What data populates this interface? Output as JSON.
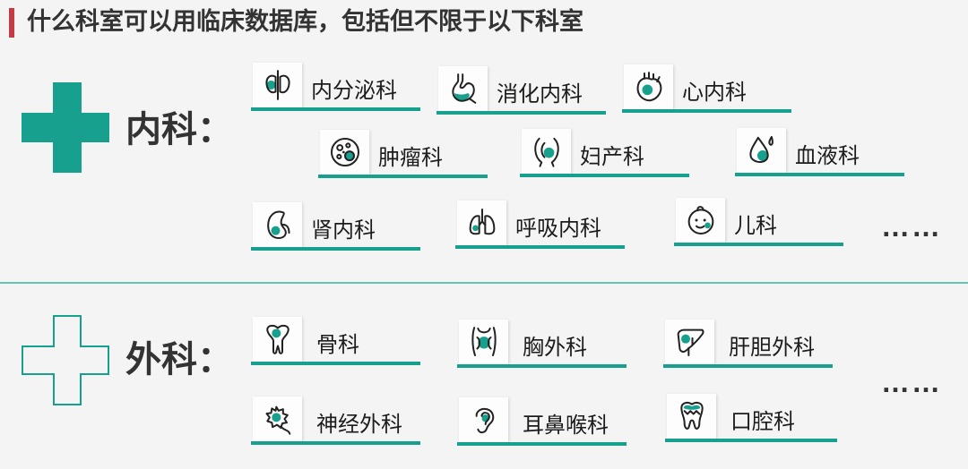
{
  "header": {
    "title": "什么科室可以用临床数据库，包括但不限于以下科室"
  },
  "colors": {
    "accent": "#16a08d",
    "title_bar": "#c23b45",
    "divider": "#68c2b3",
    "background": "#f4f4f4"
  },
  "internal_medicine": {
    "label": "内科：",
    "icon": "solid-cross-icon",
    "items": [
      {
        "label": "内分泌科",
        "icon": "thyroid-icon"
      },
      {
        "label": "消化内科",
        "icon": "stomach-icon"
      },
      {
        "label": "心内科",
        "icon": "heart-icon"
      },
      {
        "label": "肿瘤科",
        "icon": "tumor-cell-icon"
      },
      {
        "label": "妇产科",
        "icon": "uterus-icon"
      },
      {
        "label": "血液科",
        "icon": "blood-drop-icon"
      },
      {
        "label": "肾内科",
        "icon": "kidney-icon"
      },
      {
        "label": "呼吸内科",
        "icon": "lungs-icon"
      },
      {
        "label": "儿科",
        "icon": "baby-face-icon"
      }
    ],
    "more": "……"
  },
  "surgery": {
    "label": "外科：",
    "icon": "outline-cross-icon",
    "items": [
      {
        "label": "骨科",
        "icon": "bone-joint-icon"
      },
      {
        "label": "胸外科",
        "icon": "thorax-icon"
      },
      {
        "label": "肝胆外科",
        "icon": "liver-icon"
      },
      {
        "label": "神经外科",
        "icon": "neuron-icon"
      },
      {
        "label": "耳鼻喉科",
        "icon": "ear-icon"
      },
      {
        "label": "口腔科",
        "icon": "tooth-icon"
      }
    ],
    "more": "……"
  }
}
